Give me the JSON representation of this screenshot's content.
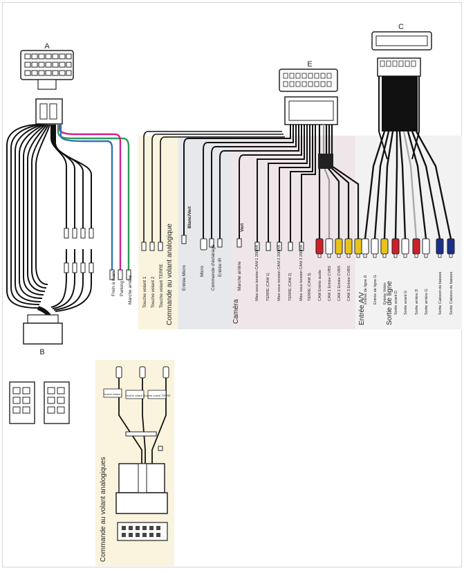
{
  "connectors": {
    "a": "A",
    "b": "B",
    "c": "C",
    "e": "E"
  },
  "harness_a_labels": [
    "Frein à main",
    "Parking",
    "Marche arrière"
  ],
  "sections": {
    "steering": "Commande au volant analogique",
    "camera": "Caméra",
    "av_in": "Entrée A/V",
    "line_out": "Sortie de ligne",
    "adapter": "Commande au volant analogiques"
  },
  "steering_labels": [
    "Touche volant 1",
    "Touche volant 2",
    "Touche volant TERRE"
  ],
  "small_labels": [
    "Blanc/Vert",
    "Vert"
  ],
  "grey_labels": [
    "Entrée Micro",
    "Micro",
    "Commande d'éclairage",
    "Entrée IR"
  ],
  "camera_labels": [
    "Marche arrière",
    "Mise sous tension CAM 1 200mA",
    "TERRE (CAM 1)",
    "Mise sous tension CAM 2 200mA",
    "TERRE (CAM 2)",
    "Mise sous tension CAM 3 200mA",
    "TERRE (CAM 3)",
    "CAM Entrée audio",
    "CAM 1 Entrée CVBS",
    "CAM 2 Entrée CVBS",
    "CAM 3 Entrée CVBS"
  ],
  "av_labels": [
    "Entrée de ligne D",
    "Entrée de ligne G",
    "Entrée Vidéo"
  ],
  "out_labels": [
    "Sortie avant D",
    "Sortie avant G",
    "Sortie arrière D",
    "Sortie arrière G",
    "Sortie Caisson de basses",
    "Sortie Caisson de basses"
  ],
  "adapter_tags": [
    "Touche volant 1",
    "Touche volant 2",
    "Touche volant TERRE"
  ],
  "colors": {
    "wire": "#111111",
    "green": "#2f9a5a",
    "magenta": "#d21f8c",
    "blue": "#2f73b8",
    "red": "#cf1f2a",
    "yellow": "#e8c31c",
    "white": "#ffffff",
    "navy": "#1b2f8a",
    "panel_cream": "#faf3dd",
    "panel_grey": "#e6e8ec",
    "panel_pink": "#efe6ea",
    "panel_light": "#f2f2f2"
  }
}
